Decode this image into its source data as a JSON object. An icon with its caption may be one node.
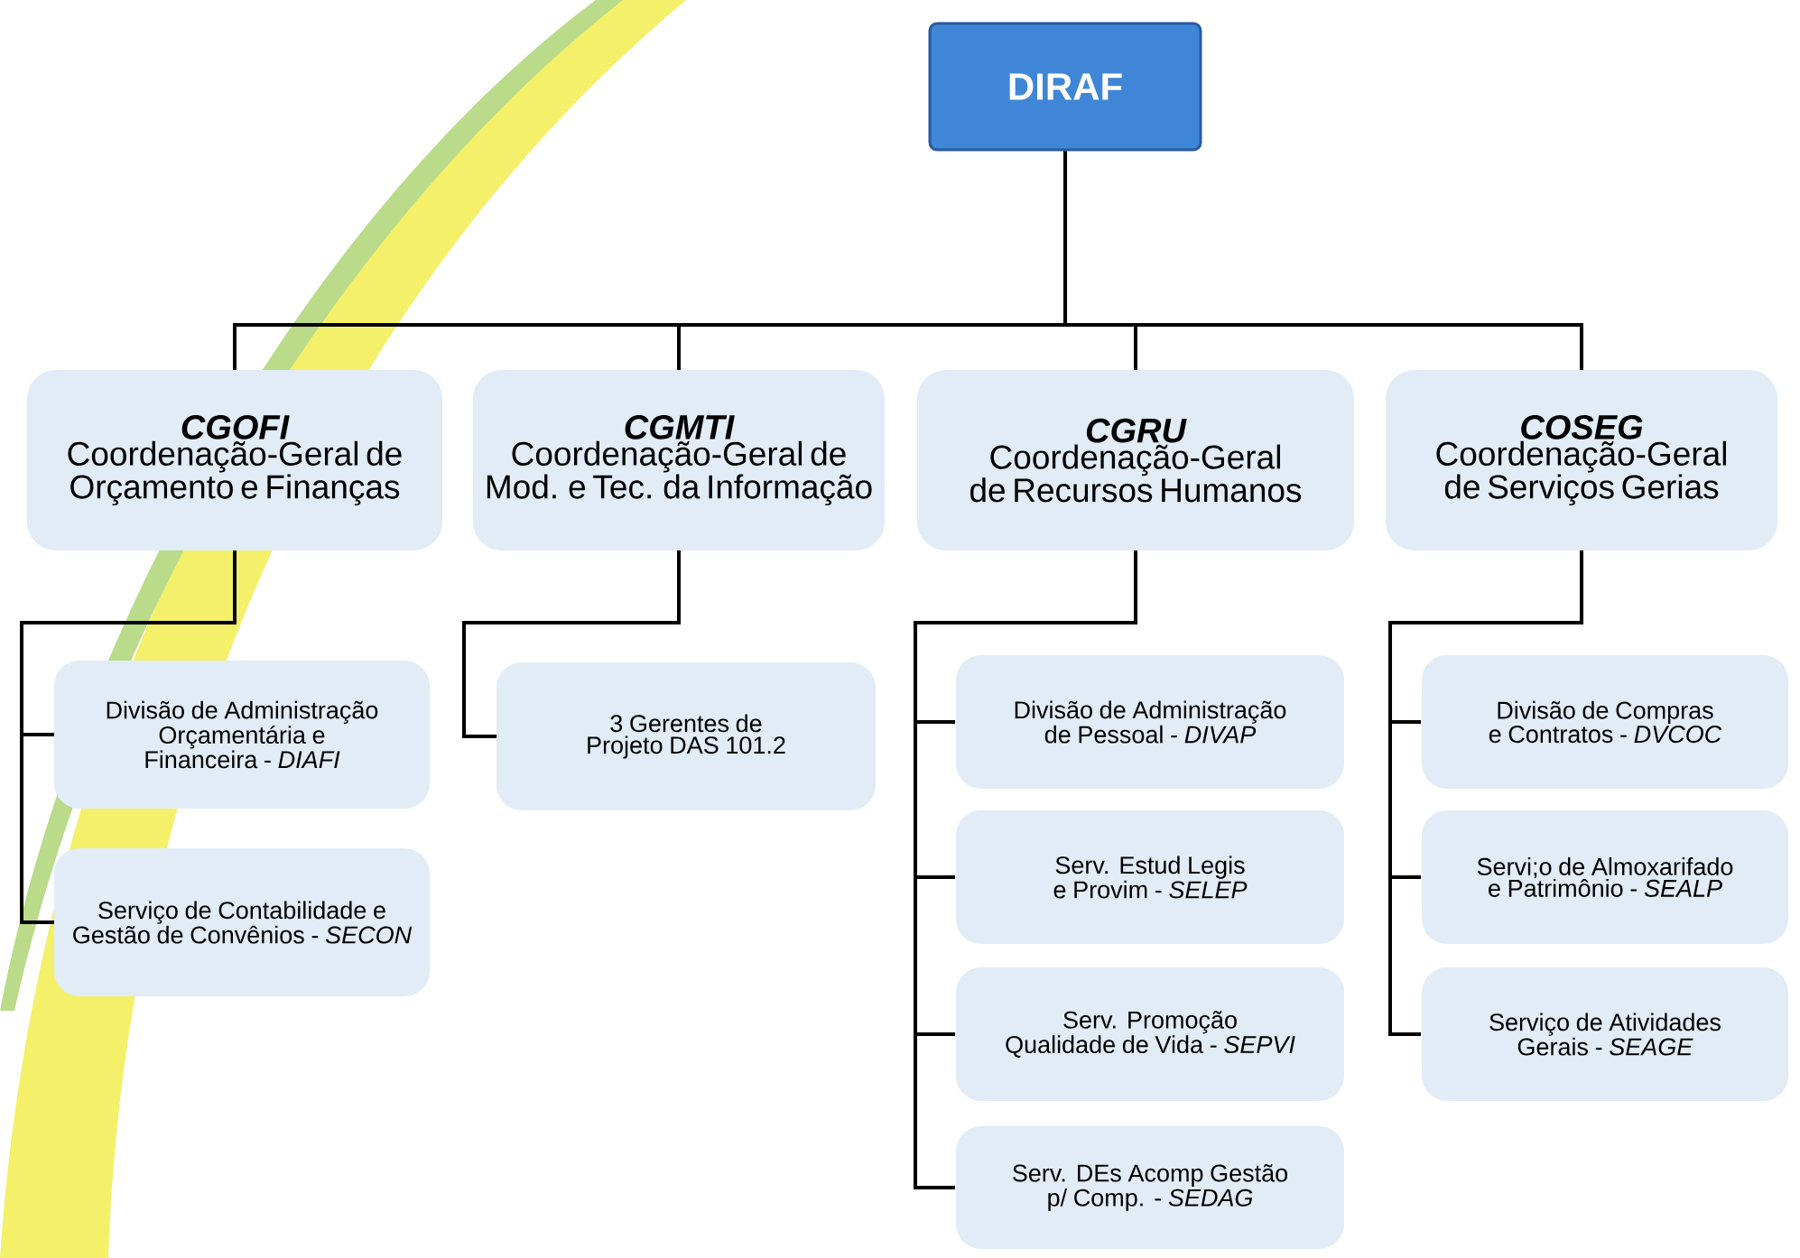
{
  "diagram": {
    "nodes": [
      {
        "text": [
          "DIRAF"
        ]
      },
      {
        "text": [
          "CGOFI",
          "Coordenação-Geral de Orçamento e Finanças"
        ]
      },
      {
        "text": [
          "CGMTI",
          "Coordenação-Geral de Mod. e Tec. da Informação"
        ]
      },
      {
        "text": [
          "CGRU",
          "Coordenação-Geral de Recursos Humanos"
        ]
      },
      {
        "text": [
          "COSEG",
          "Coordenação-Geral de Serviços Gerias"
        ]
      },
      {
        "text": [
          "Divisão de Administração Orçamentária e Financeira - *DIAFI*"
        ]
      },
      {
        "text": [
          "Serviço de Contabilidade e Gestão de Convênios - *SECON*"
        ]
      },
      {
        "text": [
          "3 Gerentes de Projeto DAS 101.2"
        ]
      },
      {
        "text": [
          "Divisão de Administração de Pessoal - *DIVAP*"
        ]
      },
      {
        "text": [
          "Serv. Estud Legis e Provim - *SELEP*"
        ]
      },
      {
        "text": [
          "Serv. Promoção Qualidade de Vida - *SEPVI*"
        ]
      },
      {
        "text": [
          "Serv. DEs Acomp Gestão p/ Comp. - *SEDAG*"
        ]
      },
      {
        "text": [
          "Divisão de Compras e Contratos - *DVCOC*"
        ]
      },
      {
        "text": [
          "Servi;o de Almoxarifado e Patrimônio - *SEALP*"
        ]
      },
      {
        "text": [
          "Serviço de Atividades Gerais - *SEAGE*"
        ]
      }
    ],
    "edges": [
      {
        "from": 0,
        "to": 1,
        "arrow": "none"
      },
      {
        "from": 0,
        "to": 2,
        "arrow": "none"
      },
      {
        "from": 0,
        "to": 3,
        "arrow": "none"
      },
      {
        "from": 0,
        "to": 4,
        "arrow": "none"
      },
      {
        "from": 1,
        "to": 5,
        "arrow": "none"
      },
      {
        "from": 1,
        "to": 6,
        "arrow": "none"
      },
      {
        "from": 2,
        "to": 7,
        "arrow": "none"
      },
      {
        "from": 3,
        "to": 8,
        "arrow": "none"
      },
      {
        "from": 3,
        "to": 9,
        "arrow": "none"
      },
      {
        "from": 3,
        "to": 10,
        "arrow": "none"
      },
      {
        "from": 3,
        "to": 11,
        "arrow": "none"
      },
      {
        "from": 4,
        "to": 12,
        "arrow": "none"
      },
      {
        "from": 4,
        "to": 13,
        "arrow": "none"
      },
      {
        "from": 4,
        "to": 14,
        "arrow": "none"
      }
    ]
  }
}
